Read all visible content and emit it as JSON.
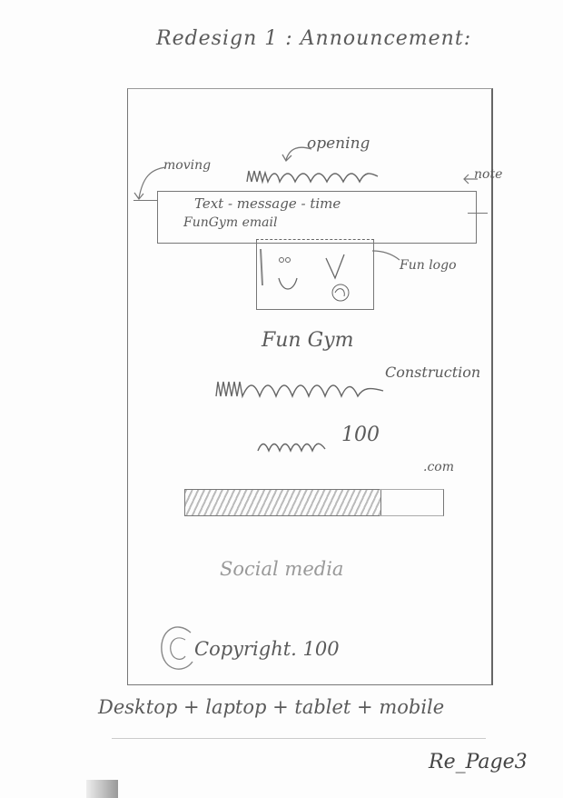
{
  "page": {
    "title": "Redesign 1 : Announcement:",
    "footer_devices": "Desktop + laptop + tablet + mobile",
    "page_ref": "Re_Page3"
  },
  "annotations": {
    "opening": "opening",
    "moving": "moving",
    "note": "note",
    "fun_logo": "Fun logo",
    "construction": "Construction",
    "com": ".com"
  },
  "announcement": {
    "line1": "Text - message - time",
    "line2": "FunGym email"
  },
  "content": {
    "brand": "Fun Gym",
    "url_stub": "100",
    "social": "Social media",
    "copyright": "Copyright. 100"
  },
  "colors": {
    "pencil": "#5a5a5a",
    "paper": "#fdfdfd"
  }
}
